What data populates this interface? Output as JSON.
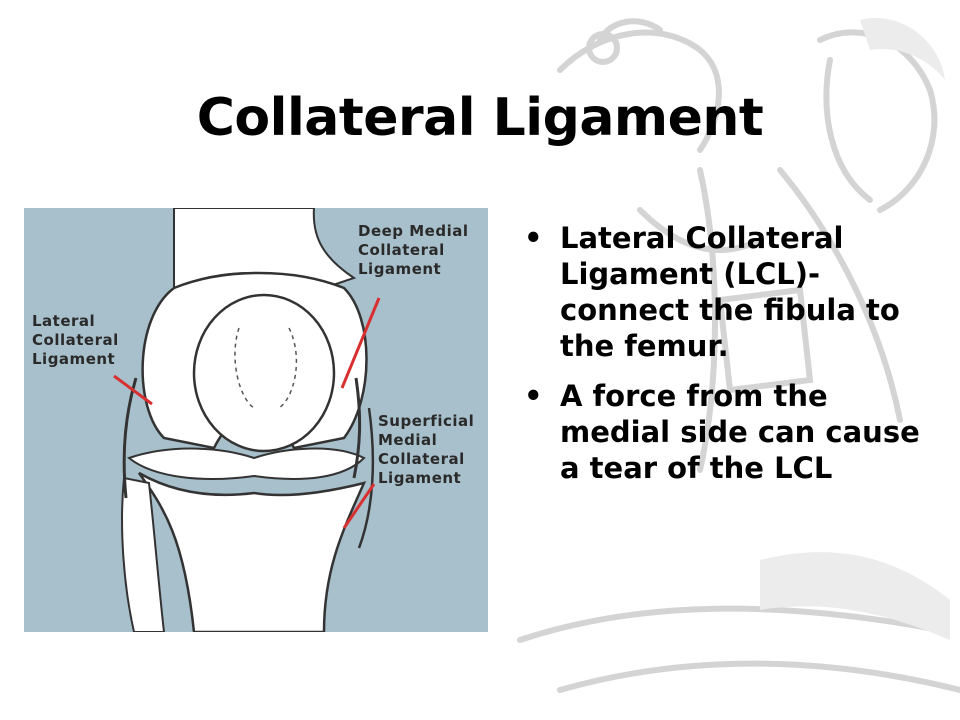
{
  "slide": {
    "title": "Collateral Ligament",
    "figure": {
      "labels": {
        "deep_medial": [
          "Deep Medial",
          "Collateral",
          "Ligament"
        ],
        "lateral": [
          "Lateral",
          "Collateral",
          "Ligament"
        ],
        "superficial_medial": [
          "Superficial",
          "Medial",
          "Collateral",
          "Ligament"
        ]
      },
      "colors": {
        "background": "#a8c0cc",
        "bone": "#ffffff",
        "arrow": "#d83030"
      }
    },
    "bullets": [
      "Lateral Collateral Ligament (LCL)- connect the fibula to the femur.",
      "A force from the medial side can cause a tear of the LCL"
    ],
    "bullet_marker": "•"
  }
}
